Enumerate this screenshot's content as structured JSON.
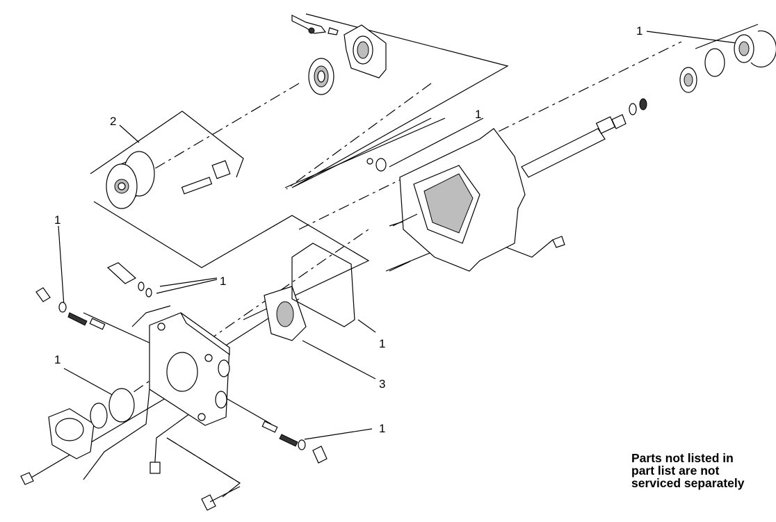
{
  "callouts": [
    "1",
    "1",
    "2",
    "1",
    "1",
    "1",
    "1",
    "3",
    "1"
  ],
  "note": [
    "Parts not listed in",
    "part list are not",
    "serviced separately"
  ]
}
